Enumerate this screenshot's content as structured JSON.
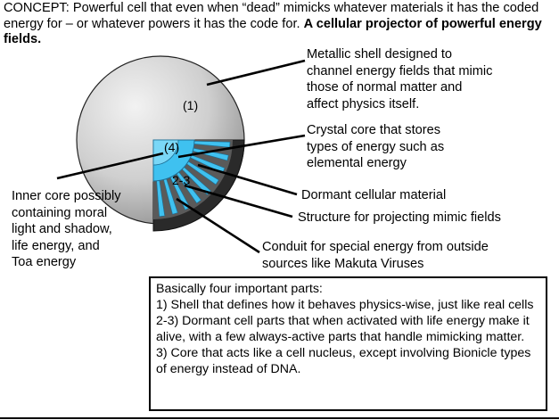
{
  "concept": {
    "text": "CONCEPT: Powerful cell that even when “dead” mimicks whatever materials it has the coded energy for – or whatever powers it has the code for. ",
    "bold": "A cellular projector of powerful energy fields."
  },
  "diagram": {
    "shell_marker": "(1)",
    "core_marker": "(4)",
    "middle_marker": "2-3"
  },
  "labels": {
    "shell": "Metallic shell designed to\nchannel energy fields that mimic\nthose of normal matter and\naffect physics itself.",
    "crystal": "Crystal core that stores\ntypes of energy such as\nelemental energy",
    "dormant": "Dormant cellular material",
    "structure": "Structure for projecting mimic fields",
    "conduit": "Conduit for special energy from outside\nsources like Makuta Viruses",
    "inner": "Inner core possibly\ncontaining moral\nlight and shadow,\nlife energy, and\nToa energy"
  },
  "summary": {
    "title": "Basically four important parts:",
    "items": [
      "1) Shell that defines how it behaves physics-wise, just like real cells",
      "2-3) Dormant cell parts that when activated with life energy make it alive, with a few always-active parts that handle mimicking matter.",
      "3) Core that acts like a cell nucleus, except involving Bionicle types of energy instead of DNA."
    ]
  },
  "colors": {
    "shell_light": "#f2f2f2",
    "shell_dark": "#8c8c8c",
    "inner_gray": "#5a5a5a",
    "dark_band": "#2a2a2a",
    "cyan": "#3fc1f0"
  }
}
